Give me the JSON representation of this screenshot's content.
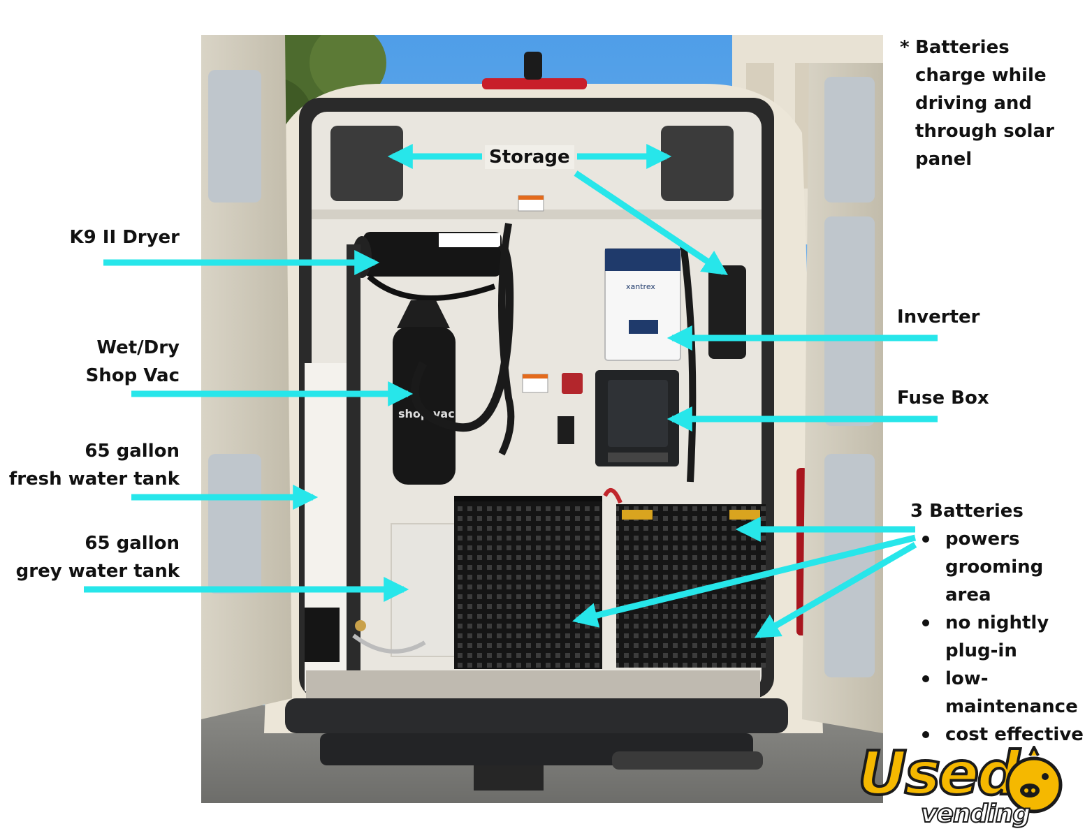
{
  "photo_labels": {
    "storage": "Storage"
  },
  "left_labels": {
    "dryer": "K9 II Dryer",
    "shopvac_line1": "Wet/Dry",
    "shopvac_line2": "Shop Vac",
    "fresh_line1": "65 gallon",
    "fresh_line2": "fresh water tank",
    "grey_line1": "65 gallon",
    "grey_line2": "grey water tank"
  },
  "right_labels": {
    "inverter": "Inverter",
    "fuse_box": "Fuse Box"
  },
  "note": {
    "star": "*",
    "line1": "Batteries",
    "line2": "charge while",
    "line3": "driving and",
    "line4": "through solar",
    "line5": "panel"
  },
  "batteries": {
    "heading": "3 Batteries",
    "b1_l1": "powers",
    "b1_l2": "grooming",
    "b1_l3": "area",
    "b2_l1": "no nightly",
    "b2_l2": "plug-in",
    "b3_l1": "low-",
    "b3_l2": "maintenance",
    "b4_l1": "cost effective"
  },
  "equipment_text": {
    "inverter_brand": "xantrex",
    "vac_brand": "shop-vac"
  },
  "logo": {
    "main": "Used",
    "sub": "vending"
  },
  "colors": {
    "arrow": "#27e6ea",
    "logo_yellow": "#f5b800",
    "text": "#111111"
  }
}
